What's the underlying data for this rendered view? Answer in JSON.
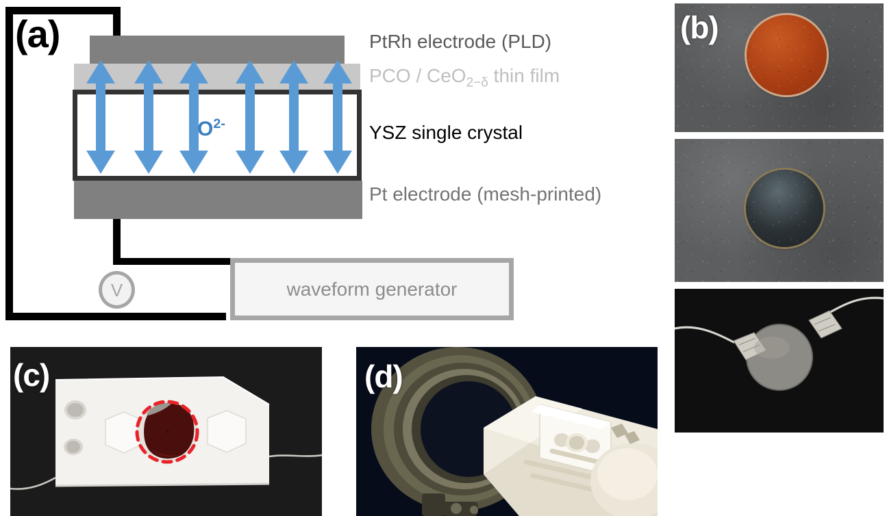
{
  "figure": {
    "panels": [
      {
        "tag": "(a)",
        "kind": "schematic"
      },
      {
        "tag": "(b)",
        "kind": "photograph-series"
      },
      {
        "tag": "(c)",
        "kind": "photograph"
      },
      {
        "tag": "(d)",
        "kind": "photograph"
      }
    ]
  },
  "panel_a": {
    "tag": "(a)",
    "layers": [
      {
        "name": "ptrh-electrode",
        "label": "PtRh electrode (PLD)",
        "color": "#808080",
        "label_color": "#595959"
      },
      {
        "name": "pco-thin-film",
        "label_prefix": "PCO / CeO",
        "label_sub": "2−δ",
        "label_suffix": " thin film",
        "color": "#c8c8c8",
        "label_color": "#bfbfbf"
      },
      {
        "name": "ysz-single-crystal",
        "label": "YSZ single crystal",
        "color": "#ffffff",
        "border_color": "#333333",
        "label_color": "#000000"
      },
      {
        "name": "pt-electrode",
        "label": "Pt electrode (mesh-printed)",
        "color": "#808080",
        "label_color": "#737373"
      }
    ],
    "ion_label": {
      "species": "O",
      "charge": "2-",
      "color": "#3c7fc0"
    },
    "arrows": {
      "count": 6,
      "color": "#5b9bd5",
      "direction": "bidirectional-vertical"
    },
    "voltmeter": {
      "label": "V",
      "color": "#a6a6a6"
    },
    "waveform_generator": {
      "label": "waveform generator",
      "text_color": "#8c8c8c",
      "border_color": "#a6a6a6",
      "fill_color": "#f5f5f5"
    },
    "circuit_wire_color": "#000000"
  },
  "panel_b": {
    "tag": "(b)",
    "photos": [
      {
        "name": "pco-film-orange-disk",
        "description": "orange-brown PCO thin film disk on gray background",
        "disk_color": "#b04614",
        "background": "#58595b"
      },
      {
        "name": "ptrh-electrode-dark-disk",
        "description": "dark PtRh electrode coated disk with metallic rim on gray background",
        "disk_color": "#2b3236",
        "background": "#5c5e60"
      },
      {
        "name": "wired-sample-disk",
        "description": "gray YSZ disk with silver wire leads on black background",
        "disk_color": "#8a8883",
        "background": "#101010"
      }
    ]
  },
  "panel_c": {
    "tag": "(c)",
    "description": "white alumina sample holder with dark red sample in central well, two white hexagonal spacers and wire leads",
    "highlight": {
      "shape": "dashed-circle",
      "color": "#e8232a"
    },
    "holder_color": "#f2f0ee",
    "sample_color": "#4a0d0b",
    "background": "#1c1c1c"
  },
  "panel_d": {
    "tag": "(d)",
    "description": "ceramic sample holder rod being inserted into the metal tube furnace flange",
    "rod_color": "#f0ece1",
    "flange_color": "#585548",
    "background": "#080d1c"
  }
}
